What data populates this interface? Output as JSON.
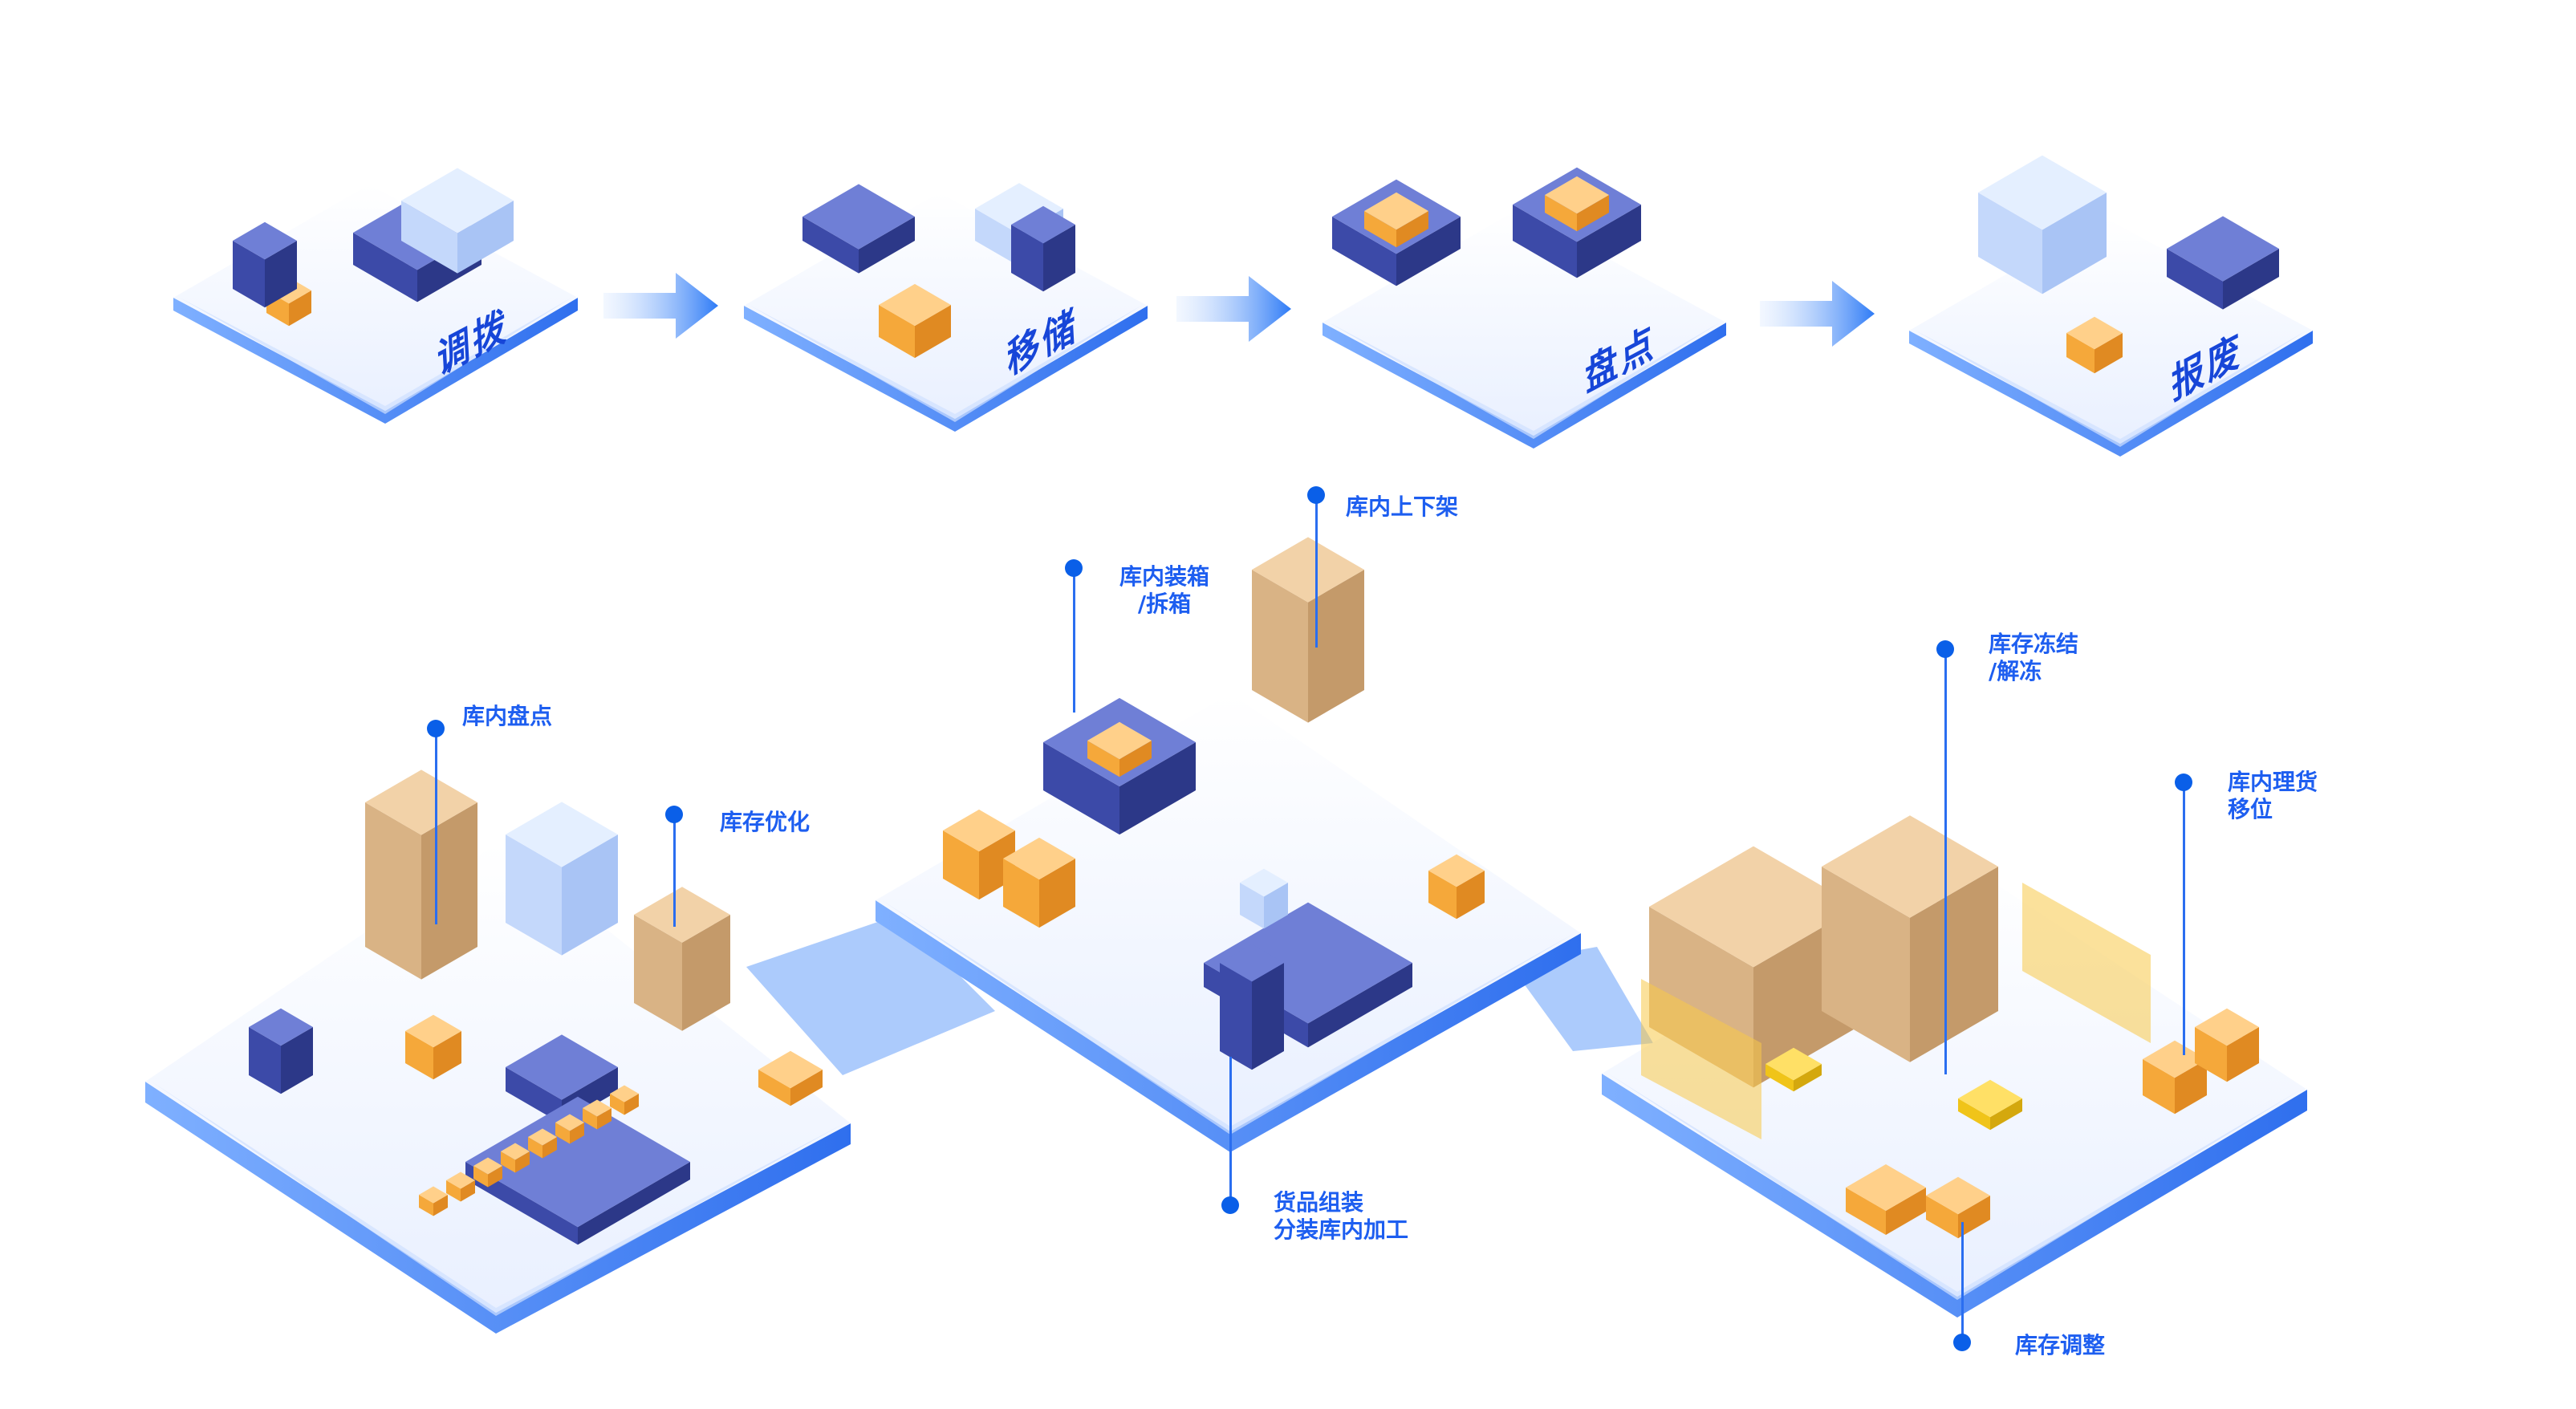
{
  "process_flow": {
    "steps": [
      {
        "label": "调拨"
      },
      {
        "label": "移储"
      },
      {
        "label": "盘点"
      },
      {
        "label": "报废"
      }
    ],
    "arrow_icon": "right-arrow-icon"
  },
  "callouts": {
    "inventory_count": "库内盘点",
    "inventory_optimize": "库存优化",
    "packing_line1": "库内装箱",
    "packing_line2": "/拆箱",
    "shelving": "库内上下架",
    "assembly_line1": "货品组装",
    "assembly_line2": "分装库内加工",
    "freeze_line1": "库存冻结",
    "freeze_line2": "/解冻",
    "relocate_line1": "库内理货",
    "relocate_line2": "移位",
    "adjust": "库存调整"
  },
  "colors": {
    "accent": "#1d5ef0",
    "dot": "#0a5fe8",
    "platform_edge": "#3f7ff2",
    "box": "#f5a83a"
  }
}
